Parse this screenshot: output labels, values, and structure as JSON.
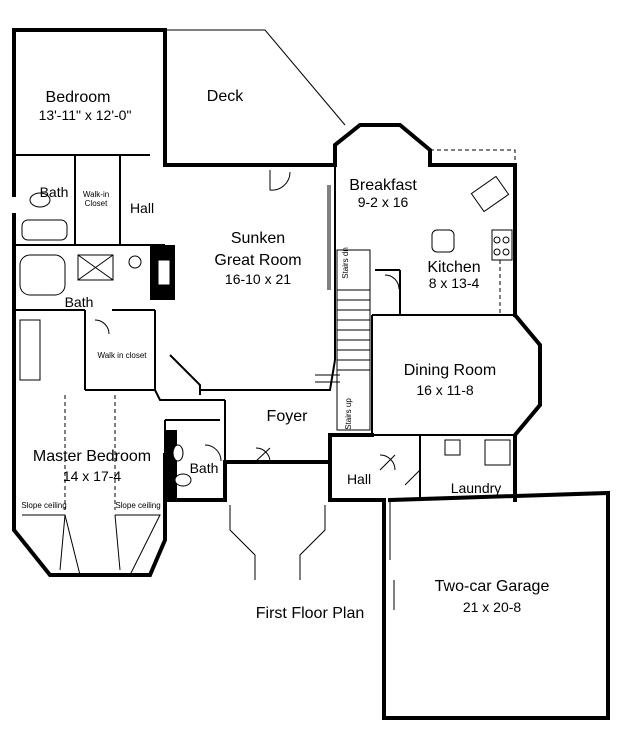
{
  "plan_title": "First Floor Plan",
  "rooms": {
    "bedroom": {
      "name": "Bedroom",
      "size": "13'-11\" x 12'-0\""
    },
    "deck": {
      "name": "Deck"
    },
    "breakfast": {
      "name": "Breakfast",
      "size": "9-2 x 16"
    },
    "kitchen": {
      "name": "Kitchen",
      "size": "8 x 13-4"
    },
    "great_room": {
      "name1": "Sunken",
      "name2": "Great Room",
      "size": "16-10 x 21"
    },
    "dining": {
      "name": "Dining Room",
      "size": "16 x 11-8"
    },
    "foyer": {
      "name": "Foyer"
    },
    "master": {
      "name": "Master Bedroom",
      "size": "14 x 17-4"
    },
    "garage": {
      "name": "Two-car Garage",
      "size": "21 x 20-8"
    }
  },
  "labels": {
    "bath_upper": "Bath",
    "bath_middle": "Bath",
    "bath_lower": "Bath",
    "hall_upper": "Hall",
    "hall_lower": "Hall",
    "laundry": "Laundry",
    "walkin_closet_1": "Walk-in",
    "walkin_closet_2": "Closet",
    "walkin_closet_master": "Walk in closet",
    "stairs_dn": "Stairs dn",
    "stairs_up": "Stairs up",
    "slope_ceiling_left": "Slope ceiling",
    "slope_ceiling_right": "Slope ceiling"
  }
}
